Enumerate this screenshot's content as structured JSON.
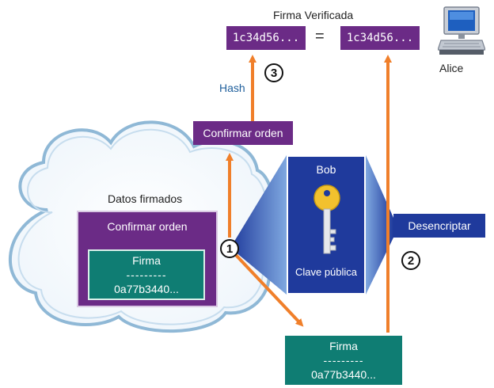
{
  "header": {
    "title": "Firma Verificada"
  },
  "hashes": {
    "left": "1c34d56...",
    "right": "1c34d56...",
    "equals": "="
  },
  "alice": {
    "label": "Alice"
  },
  "step3": {
    "number": "3",
    "label": "Hash"
  },
  "order_top": {
    "label": "Confirmar orden"
  },
  "cloud": {
    "label": "Datos firmados"
  },
  "document": {
    "title": "Confirmar orden",
    "sig_title": "Firma",
    "sig_dashes": "---------",
    "sig_value": "0a77b3440..."
  },
  "bob": {
    "name": "Bob",
    "key_label": "Clave pública"
  },
  "decrypt": {
    "label": "Desencriptar"
  },
  "step1": {
    "number": "1"
  },
  "step2": {
    "number": "2"
  },
  "signature_bottom": {
    "title": "Firma",
    "dashes": "---------",
    "value": "0a77b3440..."
  },
  "colors": {
    "purple": "#6b2b86",
    "teal": "#0f7d73",
    "navy": "#1f3a9c",
    "orange": "#f07f2a",
    "cloud_outline": "#8fb8d6"
  },
  "icons": {
    "computer": "computer-icon",
    "key": "key-icon",
    "cloud": "cloud-shape"
  }
}
